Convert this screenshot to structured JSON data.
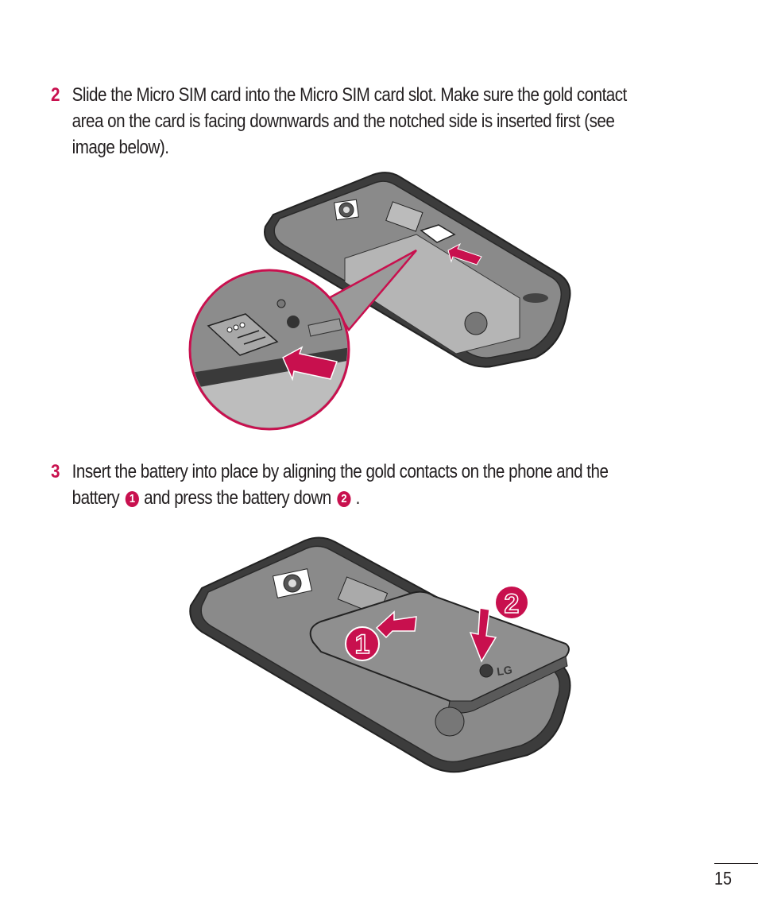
{
  "accent_color": "#c8104e",
  "text_color": "#231f20",
  "steps": [
    {
      "number": "2",
      "lines": [
        "Slide the Micro SIM card into the Micro SIM card slot. Make sure the gold contact",
        "area on the card is facing downwards and the notched side is inserted first (see",
        "image below)."
      ]
    },
    {
      "number": "3",
      "line1": "Insert the battery into place by aligning the gold contacts on the phone and the",
      "line2_part1": "battery",
      "badge1": "1",
      "line2_part2": "and press the battery down",
      "badge2": "2",
      "line2_part3": "."
    }
  ],
  "figures": {
    "sim": {
      "description": "Phone back with Micro SIM card being inserted into slot, with magnified inset",
      "arrow_color": "#c8104e"
    },
    "battery": {
      "description": "Battery being aligned and pressed into phone",
      "logo": "LG",
      "callout1": "1",
      "callout2": "2"
    }
  },
  "footer": {
    "page_number": "15"
  }
}
